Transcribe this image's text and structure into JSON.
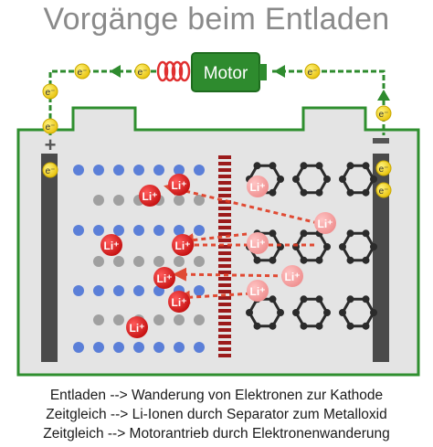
{
  "title": "Vorgänge beim Entladen",
  "motor_label": "Motor",
  "electron_label": "e⁻",
  "ion_label": "Li⁺",
  "anode_sign": "+",
  "cathode_sign": "−",
  "captions": [
    "Entladen --> Wanderung von Elektronen zur Kathode",
    "Zeitgleich --> Li-Ionen durch Separator zum Metalloxid",
    "Zeitgleich --> Motorantrieb durch Elektronenwanderung"
  ],
  "colors": {
    "wire": "#2e8b2e",
    "motor": "#2e8b2e",
    "electron": "#f2d21b",
    "ion_red": "#e01b1b",
    "ion_pink": "#f4a0a0",
    "arrow": "#f08060",
    "separator": "#9b1b1b",
    "blue_dot": "#5b7fd8",
    "gray_dot": "#a0a0a0",
    "hex": "#2b2b2b",
    "coil": "#e03030",
    "electrode": "#4a4a4a",
    "case": "#e4e4e4"
  }
}
